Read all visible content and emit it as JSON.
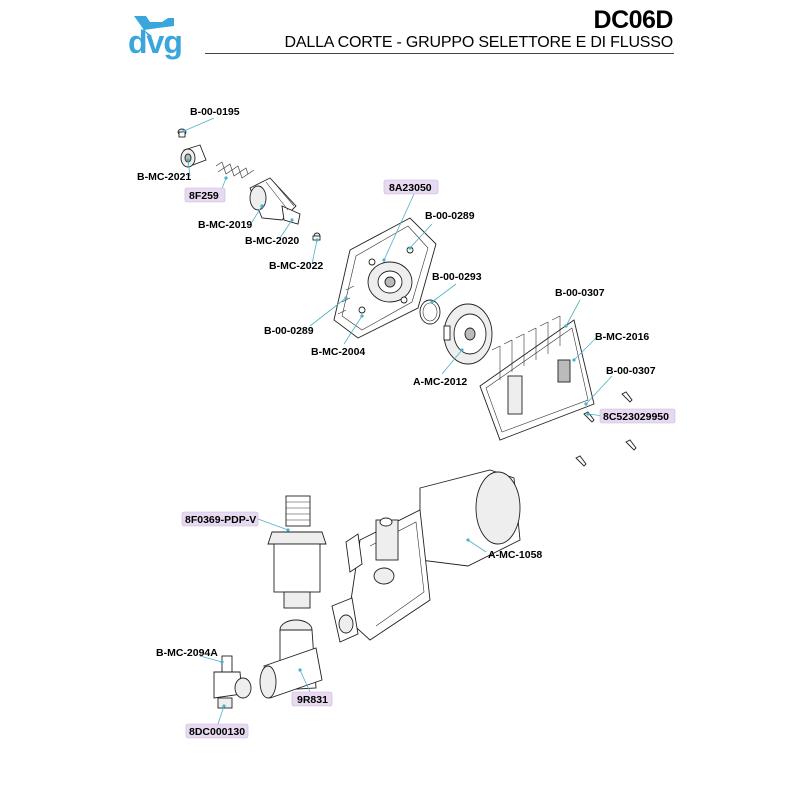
{
  "header": {
    "brand": "dvg",
    "model": "DC06D",
    "title": "DALLA CORTE - GRUPPO SELETTORE E DI FLUSSO",
    "brand_color": "#3aa6dc"
  },
  "labels": [
    {
      "id": "l1",
      "text": "B-00-0195",
      "highlight": false
    },
    {
      "id": "l2",
      "text": "B-MC-2021",
      "highlight": false
    },
    {
      "id": "l3",
      "text": "8F259",
      "highlight": true
    },
    {
      "id": "l4",
      "text": "B-MC-2019",
      "highlight": false
    },
    {
      "id": "l5",
      "text": "B-MC-2020",
      "highlight": false
    },
    {
      "id": "l6",
      "text": "B-MC-2022",
      "highlight": false
    },
    {
      "id": "l7",
      "text": "8A23050",
      "highlight": true
    },
    {
      "id": "l8",
      "text": "B-00-0289",
      "highlight": false
    },
    {
      "id": "l9",
      "text": "B-00-0293",
      "highlight": false
    },
    {
      "id": "l10",
      "text": "B-00-0289",
      "highlight": false
    },
    {
      "id": "l11",
      "text": "B-MC-2004",
      "highlight": false
    },
    {
      "id": "l12",
      "text": "A-MC-2012",
      "highlight": false
    },
    {
      "id": "l13",
      "text": "B-00-0307",
      "highlight": false
    },
    {
      "id": "l14",
      "text": "B-MC-2016",
      "highlight": false
    },
    {
      "id": "l15",
      "text": "B-00-0307",
      "highlight": false
    },
    {
      "id": "l16",
      "text": "8C523029950",
      "highlight": true
    },
    {
      "id": "l17",
      "text": "8F0369-PDP-V",
      "highlight": true
    },
    {
      "id": "l18",
      "text": "A-MC-1058",
      "highlight": false
    },
    {
      "id": "l19",
      "text": "B-MC-2094A",
      "highlight": false
    },
    {
      "id": "l20",
      "text": "9R831",
      "highlight": true
    },
    {
      "id": "l21",
      "text": "8DC000130",
      "highlight": true
    }
  ],
  "colors": {
    "highlight": "#e6d9f0",
    "leader": "#4fb0c6"
  }
}
